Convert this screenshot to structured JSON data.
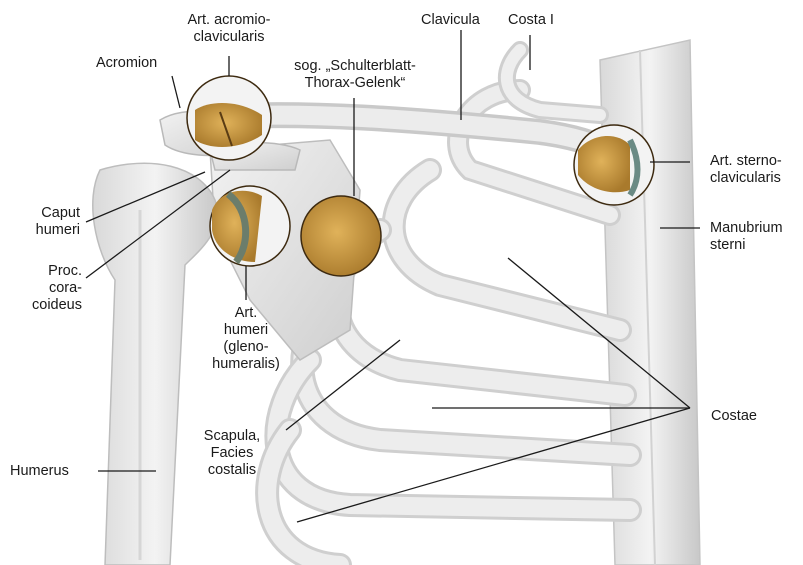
{
  "labels": {
    "art_acromioclavicularis": "Art. acromio-\nclavicularis",
    "clavicula": "Clavicula",
    "costa_i": "Costa I",
    "acromion": "Acromion",
    "schulterblatt_thorax": "sog. „Schulterblatt-\nThorax-Gelenk“",
    "art_sternoclavicularis": "Art. sterno-\nclavicularis",
    "manubrium_sterni": "Manubrium\nsterni",
    "caput_humeri": "Caput\nhumeri",
    "proc_coracoideus": "Proc.\ncora-\ncoideus",
    "art_humeri": "Art.\nhumeri\n(gleno-\nhumeralis)",
    "costae": "Costae",
    "scapula_facies_costalis": "Scapula,\nFacies\ncostalis",
    "humerus": "Humerus"
  },
  "colors": {
    "bone": "#e6e6e6",
    "bone_shadow": "#b9b9b9",
    "joint_fill": "#c8963c",
    "joint_stroke": "#5a3c14",
    "leader": "#1a1a1a"
  }
}
